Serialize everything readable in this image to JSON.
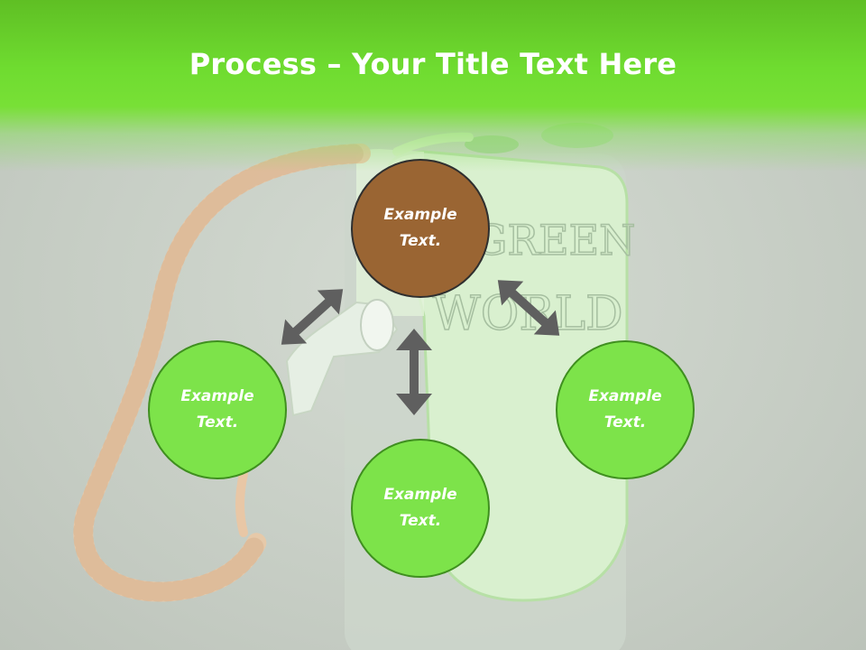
{
  "slide": {
    "title_bold": "Process",
    "title_rest": " – Your Title Text Here"
  },
  "nodes": {
    "top": {
      "text": "Example\nText."
    },
    "left": {
      "text": "Example\nText."
    },
    "right": {
      "text": "Example\nText."
    },
    "bottom": {
      "text": "Example\nText."
    }
  },
  "colors": {
    "header_green": "#6fdc30",
    "node_green": "#7de34a",
    "node_brown": "#9a6533",
    "arrow_gray": "#5f5f5f"
  },
  "image": {
    "sign_text_1": "GREEN",
    "sign_text_2": "WORLD"
  }
}
